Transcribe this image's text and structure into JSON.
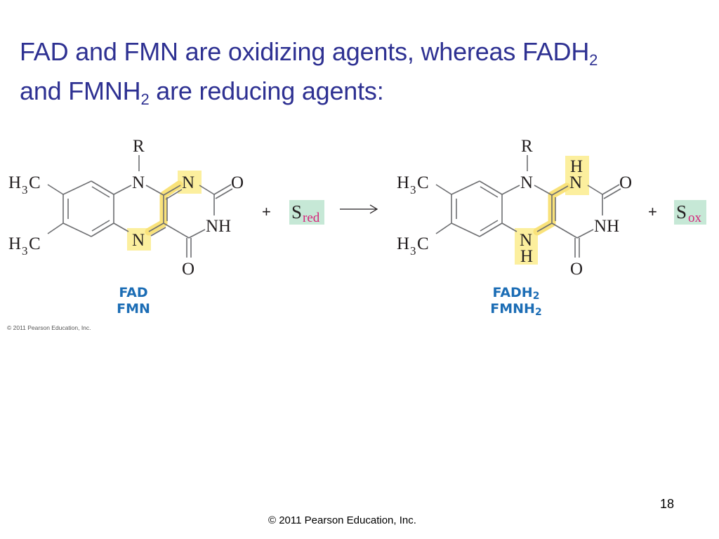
{
  "slide": {
    "title_line1_a": "FAD and FMN are oxidizing agents, whereas FADH",
    "title_line1_sub": "2",
    "title_line2_a": "and FMNH",
    "title_line2_sub": "2",
    "title_line2_b": " are reducing agents:",
    "slide_number": "18",
    "footer": "© 2011 Pearson Education, Inc."
  },
  "figure": {
    "credit": "© 2011 Pearson Education, Inc.",
    "oxidized": {
      "atoms": {
        "r": "R",
        "ch3_top_h": "H",
        "ch3_top_3": "3",
        "ch3_top_c": "C",
        "ch3_bot_h": "H",
        "ch3_bot_3": "3",
        "ch3_bot_c": "C",
        "n10": "N",
        "n1": "N",
        "n5": "N",
        "o2": "O",
        "nh3": "NH",
        "o4": "O"
      },
      "label_line1": "FAD",
      "label_line2": "FMN"
    },
    "reduced": {
      "atoms": {
        "r": "R",
        "ch3_top_h": "H",
        "ch3_top_3": "3",
        "ch3_top_c": "C",
        "ch3_bot_h": "H",
        "ch3_bot_3": "3",
        "ch3_bot_c": "C",
        "n10": "N",
        "n1": "N",
        "n1_h": "H",
        "n5": "N",
        "n5_h": "H",
        "o2": "O",
        "nh3": "NH",
        "o4": "O"
      },
      "label_line1_a": "FADH",
      "label_line1_sub": "2",
      "label_line2_a": "FMNH",
      "label_line2_sub": "2"
    },
    "plus": "+",
    "substrate_reduced": {
      "letter": "S",
      "sub": "red"
    },
    "substrate_oxidized": {
      "letter": "S",
      "sub": "ox"
    },
    "arrow": "reaction-arrow",
    "colors": {
      "title": "#2e3192",
      "label": "#1c6db5",
      "highlight": "#fcef9e",
      "substrate_box": "#c6e8d6",
      "substrate_sub": "#d6247a"
    }
  }
}
